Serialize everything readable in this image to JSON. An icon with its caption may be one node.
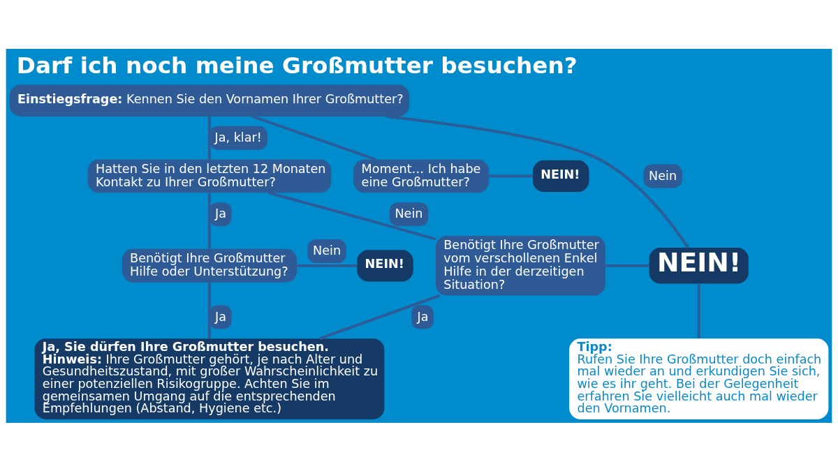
{
  "diagram": {
    "title": "Darf ich noch meine Großmutter besuchen?",
    "nodes": [
      {
        "text": [
          "**Einstiegsfrage:** Kennen Sie den Vornamen Ihrer Großmutter?"
        ]
      },
      {
        "text": [
          "Moment… Ich habe eine Großmutter?"
        ]
      },
      {
        "text": [
          "NEIN!"
        ]
      },
      {
        "text": [
          "Hatten Sie in den letzten 12 Monaten Kontakt zu Ihrer Großmutter?"
        ]
      },
      {
        "text": [
          "Benötigt Ihre Großmutter Hilfe oder Unterstützung?"
        ]
      },
      {
        "text": [
          "NEIN!"
        ]
      },
      {
        "text": [
          "Benötigt Ihre Großmutter vom verschollenen Enkel Hilfe in der derzeitigen Situation?"
        ]
      },
      {
        "text": [
          "NEIN!"
        ]
      },
      {
        "text": [
          "Ja, Sie dürfen Ihre Großmutter besuchen.",
          "**Hinweis:** Ihre Großmutter gehört, je nach Alter und Gesundheitszustand, mit großer Wahrscheinlichkeit zu einer potenziellen Risikogruppe. Achten Sie im gemeinsamen Umgang auf die entsprechenden Empfehlungen (Abstand, Hygiene etc.)"
        ]
      },
      {
        "text": [
          "Tipp:",
          "Rufen Sie Ihre Großmutter doch einfach mal wieder an und erkundigen Sie sich, wie es ihr geht. Bei der Gelegenheit erfahren Sie vielleicht auch mal wieder den Vornamen."
        ]
      }
    ],
    "edges": [
      {
        "from": 0,
        "to": 3,
        "arrow": "none",
        "label": "Ja, klar!"
      },
      {
        "from": 0,
        "to": 1,
        "arrow": "none"
      },
      {
        "from": 1,
        "to": 2,
        "arrow": "none"
      },
      {
        "from": 0,
        "to": 7,
        "arrow": "none",
        "label": "Nein"
      },
      {
        "from": 3,
        "to": 4,
        "arrow": "none",
        "label": "Ja"
      },
      {
        "from": 3,
        "to": 6,
        "arrow": "none",
        "label": "Nein"
      },
      {
        "from": 4,
        "to": 8,
        "arrow": "none",
        "label": "Ja"
      },
      {
        "from": 4,
        "to": 5,
        "arrow": "none",
        "label": "Nein"
      },
      {
        "from": 6,
        "to": 8,
        "arrow": "none",
        "label": "Ja"
      },
      {
        "from": 6,
        "to": 7,
        "arrow": "none"
      },
      {
        "from": 7,
        "to": 9,
        "arrow": "none"
      }
    ]
  }
}
